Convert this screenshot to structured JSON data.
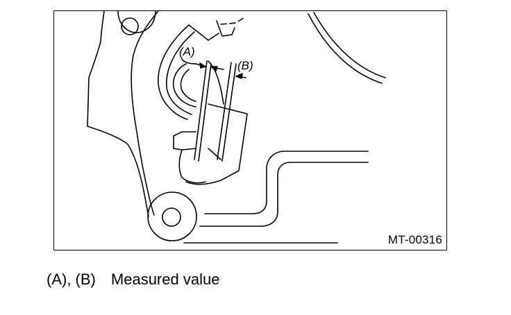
{
  "figure": {
    "id": "MT-00316",
    "callouts": {
      "a": "(A)",
      "b": "(B)"
    }
  },
  "legend": {
    "key": "(A), (B)",
    "description": "Measured value"
  }
}
